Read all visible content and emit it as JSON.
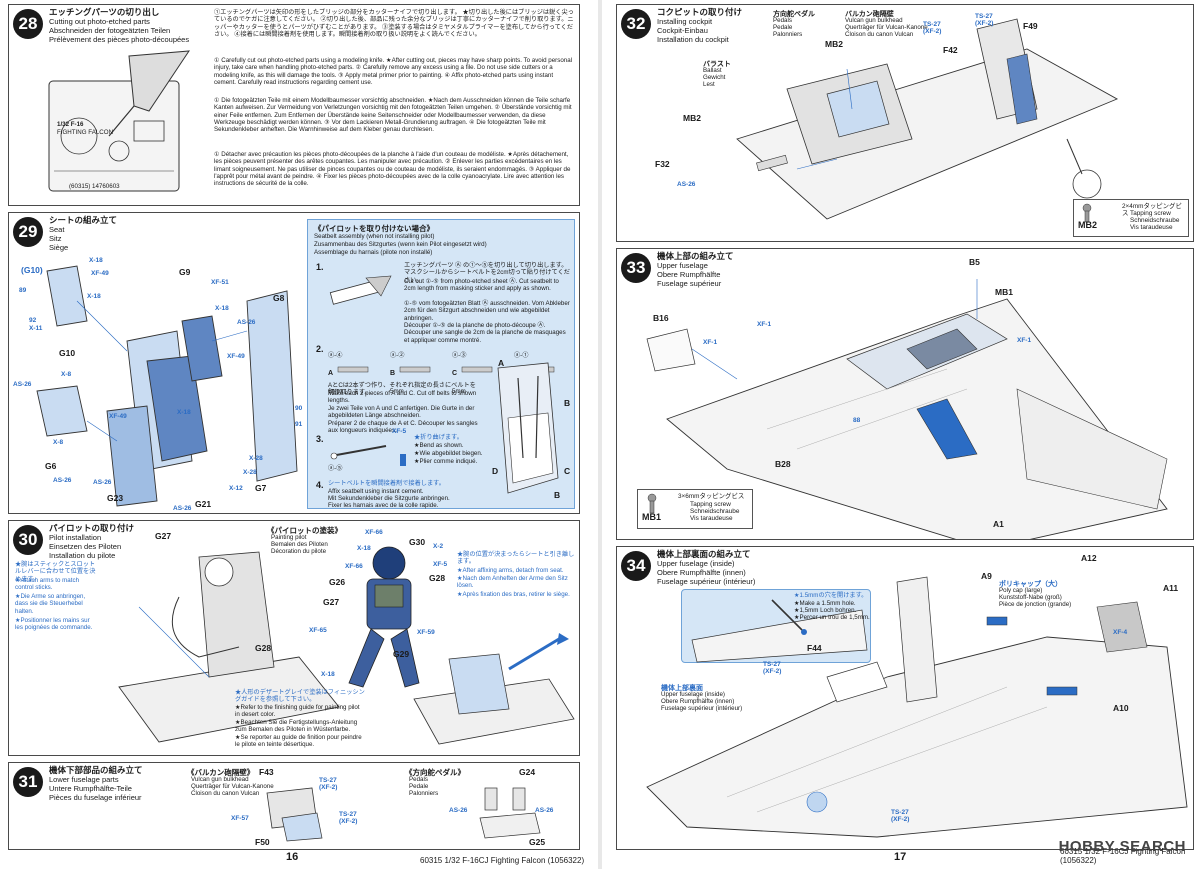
{
  "page_left_number": "16",
  "page_right_number": "17",
  "footer_left": "60315  1/32 F-16CJ Fighting Falcon (1056322)",
  "footer_right": "60315  1/32 F-16CJ Fighting Falcon (1056322)",
  "watermark": "HOBBY SEARCH",
  "step28": {
    "num": "28",
    "jp": "エッチングパーツの切り出し",
    "en": "Cutting out photo-etched parts",
    "de": "Abschneiden der fotogeätzten Teilen",
    "fr": "Prélèvement des pièces photo-découpées",
    "sheet_scale": "1/32 F-16",
    "sheet_name": "FIGHTING FALCON",
    "sheet_code": "(60315) 14760603",
    "jp_text": "①エッチングパーツは矢印の形をしたブリッジの部分をカッターナイフで切り出します。 ★切り出した後にはブリッジは鋭く尖っているのでケガに注意してください。 ②切り出した後、部品に残った余分なブリッジは丁寧にカッターナイフで削り取ります。ニッパーやカッターを使うとパーツがひずむことがあります。 ③塗装する場合はタミヤメタルプライマーを塗布してから行ってください。 ④接着には瞬間接着剤を使用します。瞬間接着剤の取り扱い説明をよく読んでください。",
    "en_text": "① Carefully cut out photo-etched parts using a modeling knife. ★After cutting out, pieces may have sharp points. To avoid personal injury, take care when handling photo-etched parts. ② Carefully remove any excess using a file. Do not use side cutters or a modeling knife, as this will damage the tools. ③ Apply metal primer prior to painting. ④ Affix photo-etched parts using instant cement. Carefully read instructions regarding cement use.",
    "de_text": "① Die fotogeätzten Teile mit einem Modellbaumesser vorsichtig abschneiden. ★Nach dem Ausschneiden können die Teile scharfe Kanten aufweisen. Zur Vermeidung von Verletzungen vorsichtig mit den fotogeätzten Teilen umgehen. ② Überstände vorsichtig mit einer Feile entfernen. Zum Entfernen der Überstände keine Seitenschneider oder Modellbaumesser verwenden, da diese Werkzeuge beschädigt werden können. ③ Vor dem Lackieren Metall-Grundierung auftragen. ④ Die fotogeätzten Teile mit Sekundenkleber anheften. Die Warnhinweise auf dem Kleber genau durchlesen.",
    "fr_text": "① Détacher avec précaution les pièces photo-découpées de la planche à l'aide d'un couteau de modéliste. ★Après détachement, les pièces peuvent présenter des arêtes coupantes. Les manipuler avec précaution. ② Enlever les parties excédentaires en les limant soigneusement. Ne pas utiliser de pinces coupantes ou de couteau de modéliste, ils seraient endommagés. ③ Appliquer de l'apprêt pour métal avant de peindre. ④ Fixer les pièces photo-découpées avec de la colle cyanoacrylate. Lire avec attention les instructions de sécurité de la colle."
  },
  "step29": {
    "num": "29",
    "jp": "シートの組み立て",
    "en": "Seat",
    "de": "Sitz",
    "fr": "Siège",
    "parts": [
      "G10",
      "G9",
      "G8",
      "G6",
      "G23",
      "G21",
      "G7",
      "(G10)"
    ],
    "colors": [
      "X-18",
      "XF-49",
      "X-18",
      "X-11",
      "X-8",
      "AS-26",
      "XF-51",
      "X-18",
      "AS-26",
      "XF-49",
      "X-18",
      "XF-49",
      "X-8",
      "AS-26",
      "AS-26",
      "X-28",
      "X-28",
      "X-12",
      "AS-26"
    ],
    "markers": [
      "89",
      "92",
      "90",
      "91"
    ],
    "box_jp": "《パイロットを取り付けない場合》",
    "box_en": "Seatbelt assembly (when not installing pilot)",
    "box_de": "Zusammenbau des Sitzgurtes (wenn kein Pilot eingesetzt wird)",
    "box_fr": "Assemblage du harnais (pilote non installé)",
    "sub1_num": "1.",
    "sub1_jp": "エッチングパーツ Ⓐ の①〜⑤を切り出して切り出します。マスクシールからシートベルトを2cm切って貼り付けてください。",
    "sub1_en": "Cut out ①-⑤ from photo-etched sheet Ⓐ. Cut seatbelt to 2cm length from masking sticker and apply as shown.",
    "sub1_de": "①-⑤ vom fotogeätzten Blatt Ⓐ ausschneiden. Vom Abkleber 2cm für den Sitzgurt abschneiden und wie abgebildet anbringen.",
    "sub1_fr": "Découper ①-⑤ de la planche de photo-découpe Ⓐ. Découper une sangle de 2cm de la planche de masquages et appliquer comme montré.",
    "sub2_num": "2.",
    "belts": [
      {
        "letter": "A",
        "part": "ⓐ-④",
        "len": "6mm"
      },
      {
        "letter": "B",
        "part": "ⓐ-②",
        "len": "5mm"
      },
      {
        "letter": "C",
        "part": "ⓐ-③",
        "len": "5mm"
      },
      {
        "letter": "D",
        "part": "ⓐ-①",
        "len": "5mm"
      }
    ],
    "sub2_jp": "AとCは2本ずつ作り、それぞれ指定の長さにベルトを切り取ります。",
    "sub2_en": "Make each 2 pieces of A and C. Cut off belts to shown lengths.",
    "sub2_de": "Je zwei Teile von A und C anfertigen. Die Gurte in der abgebildeten Länge abschneiden.",
    "sub2_fr": "Préparer 2 de chaque de A et C. Découper les sangles aux longueurs indiquées.",
    "sub3_num": "3.",
    "sub3_color": "XF-5",
    "sub3_jp": "★折り曲げます。",
    "sub3_en": "★Bend as shown.",
    "sub3_de": "★Wie abgebildet biegen.",
    "sub3_fr": "★Plier comme indiqué.",
    "sub3_part": "ⓐ-⑤",
    "sub4_num": "4.",
    "sub4_jp": "シートベルトを瞬間接着剤で接着します。",
    "sub4_en": "Affix seatbelt using instant cement.",
    "sub4_de": "Mit Sekundenkleber die Sitzgurte anbringen.",
    "sub4_fr": "Fixer les harnais avec de la colle rapide.",
    "seat_letters": [
      "A",
      "B",
      "C",
      "D",
      "B"
    ]
  },
  "step30": {
    "num": "30",
    "jp": "パイロットの取り付け",
    "en": "Pilot installation",
    "de": "Einsetzen des Piloten",
    "fr": "Installation du pilote",
    "note_jp": "★腕はスティックとスロットルレバーに合わせて位置を決めます。",
    "note_en": "★Attach arms to match control sticks.",
    "note_de": "★Die Arme so anbringen, dass sie die Steuerhebel halten.",
    "note_fr": "★Positionner les mains sur les poignées de commande.",
    "parts_left": [
      "G27",
      "G28"
    ],
    "finish_jp": "★人形のデザートグレイで塗装はフィニッシングガイドを参照して下さい。",
    "finish_en": "★Refer to the finishing guide for painting pilot in desert color.",
    "finish_de": "★Beachten Sie die Fertigstellungs-Anleitung zum Bemalen des Piloten in Wüstenfarbe.",
    "finish_fr": "★Se reporter au guide de finition pour peindre le pilote en teinte désertique.",
    "paint_jp": "《パイロットの塗装》",
    "paint_en": "Painting pilot",
    "paint_de": "Bemalen des Piloten",
    "paint_fr": "Décoration du pilote",
    "parts_right": [
      "G30",
      "G26",
      "G28",
      "G27",
      "G29"
    ],
    "colors": [
      "XF-66",
      "X-2",
      "X-18",
      "XF-66",
      "XF-5",
      "XF-65",
      "XF-59",
      "X-18"
    ],
    "right_note_jp": "★腕の位置が決まったらシートと引き離します。",
    "right_note_en": "★After affixing arms, detach from seat.",
    "right_note_de": "★Nach dem Anheften der Arme den Sitz lösen.",
    "right_note_fr": "★Après fixation des bras, retirer le siège."
  },
  "step31": {
    "num": "31",
    "jp": "機体下部部品の組み立て",
    "en": "Lower fuselage parts",
    "de": "Untere Rumpfhälfte-Teile",
    "fr": "Pièces du fuselage inférieur",
    "sub1_jp": "《バルカン砲隔壁》",
    "sub1_en": "Vulcan gun bulkhead",
    "sub1_de": "Querträger für Vulcan-Kanone",
    "sub1_fr": "Cloison du canon Vulcan",
    "parts1": [
      "F43",
      "F50"
    ],
    "colors1": [
      "TS-27",
      "(XF-2)",
      "XF-57",
      "TS-27",
      "(XF-2)"
    ],
    "sub2_jp": "《方向舵ペダル》",
    "sub2_en": "Pedals",
    "sub2_de": "Pedale",
    "sub2_fr": "Palonniers",
    "parts2": [
      "G24",
      "G25"
    ],
    "colors2": [
      "AS-26",
      "AS-26"
    ]
  },
  "step32": {
    "num": "32",
    "jp": "コクピットの取り付け",
    "en": "Installing cockpit",
    "de": "Cockpit-Einbau",
    "fr": "Installation du cockpit",
    "pedals_jp": "方向舵ペダル",
    "pedals_en": "Pedals",
    "pedals_de": "Pedale",
    "pedals_fr": "Palonniers",
    "bulk_jp": "バルカン砲隔壁",
    "bulk_en": "Vulcan gun bulkhead",
    "bulk_de": "Querträger für Vulcan-Kanone",
    "bulk_fr": "Cloison du canon Vulcan",
    "ballast_jp": "バラスト",
    "ballast_en": "Ballast",
    "ballast_de": "Gewicht",
    "ballast_fr": "Lest",
    "parts": [
      "MB2",
      "MB2",
      "F32",
      "F42",
      "F49"
    ],
    "colors": [
      "TS-27",
      "(XF-2)",
      "TS-27",
      "(XF-2)",
      "AS-26"
    ],
    "screw_id": "MB2",
    "screw_jp": "2×4mmタッピングビス",
    "screw_en": "Tapping screw",
    "screw_de": "Schneidschraube",
    "screw_fr": "Vis taraudeuse"
  },
  "step33": {
    "num": "33",
    "jp": "機体上部の組み立て",
    "en": "Upper fuselage",
    "de": "Obere Rumpfhälfte",
    "fr": "Fuselage supérieur",
    "parts": [
      "B5",
      "MB1",
      "B16",
      "B28",
      "A1"
    ],
    "colors": [
      "XF-1",
      "XF-1",
      "XF-1"
    ],
    "marker": "88",
    "screw_id": "MB1",
    "screw_jp": "3×6mmタッピングビス",
    "screw_en": "Tapping screw",
    "screw_de": "Schneidschraube",
    "screw_fr": "Vis taraudeuse"
  },
  "step34": {
    "num": "34",
    "jp": "機体上部裏面の組み立て",
    "en": "Upper fuselage (inside)",
    "de": "Obere Rumpfhälfte (innen)",
    "fr": "Fuselage supérieur (intérieur)",
    "hole_jp": "★1.5mmの穴を開けます。",
    "hole_en": "★Make a 1.5mm hole.",
    "hole_de": "★1,5mm Loch bohren.",
    "hole_fr": "★Percer un trou de 1,5mm.",
    "cap_jp": "ポリキャップ（大）",
    "cap_en": "Poly cap (large)",
    "cap_de": "Kunststoff-Nabe (groß)",
    "cap_fr": "Pièce de jonction (grande)",
    "inside_jp": "機体上部裏面",
    "inside_en": "Upper fuselage (inside)",
    "inside_de": "Obere Rumpfhälfte (innen)",
    "inside_fr": "Fuselage supérieur (intérieur)",
    "parts": [
      "F44",
      "A9",
      "A12",
      "A11",
      "A10"
    ],
    "colors": [
      "TS-27",
      "(XF-2)",
      "XF-4",
      "TS-27",
      "(XF-2)"
    ]
  },
  "colors": {
    "accent_blue": "#2b6cc4",
    "panel_blue": "#d5e6f6",
    "step_badge": "#1a1a1a"
  }
}
